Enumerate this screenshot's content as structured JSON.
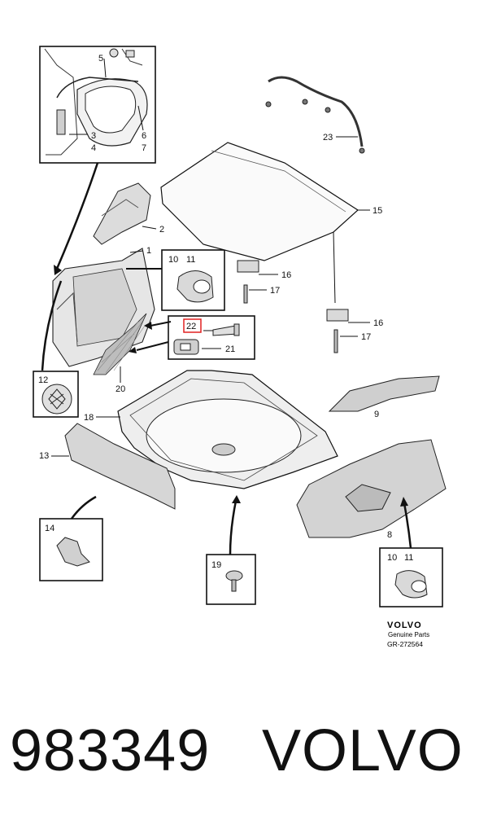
{
  "diagram": {
    "callouts": {
      "c1": "1",
      "c2": "2",
      "c3": "3",
      "c4": "4",
      "c5": "5",
      "c6": "6",
      "c7": "7",
      "c8": "8",
      "c9": "9",
      "c10a": "10",
      "c11a": "11",
      "c10b": "10",
      "c11b": "11",
      "c12": "12",
      "c13": "13",
      "c14": "14",
      "c15": "15",
      "c16a": "16",
      "c16b": "16",
      "c17a": "17",
      "c17b": "17",
      "c18": "18",
      "c19": "19",
      "c20": "20",
      "c21": "21",
      "c22": "22",
      "c23": "23"
    },
    "highlight_color": "#e02020",
    "logo": {
      "brand": "VOLVO",
      "line1": "Genuine Parts",
      "line2": "GR-272564"
    }
  },
  "footer": {
    "part_number": "983349",
    "brand": "VOLVO"
  }
}
